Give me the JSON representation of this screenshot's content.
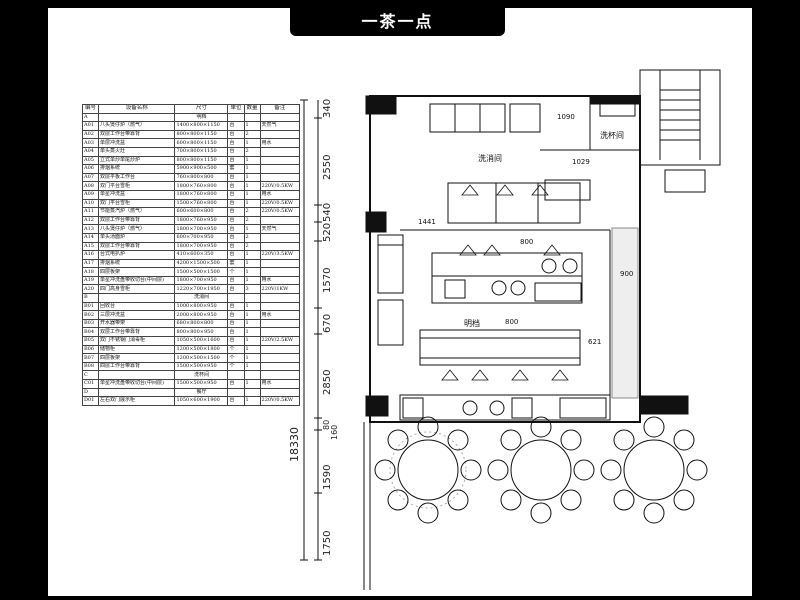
{
  "title": "一茶一点",
  "table": {
    "headers": [
      "编号",
      "设备名称",
      "尺寸",
      "单位",
      "数量",
      "备注"
    ],
    "rows": [
      [
        "A",
        "",
        "明档",
        "",
        "",
        ""
      ],
      [
        "A01",
        "八头煲仔炉（燃气）",
        "1400×800×1150",
        "台",
        "1",
        "天然气"
      ],
      [
        "A02",
        "双层工作台带靠背",
        "800×800×1150",
        "台",
        "2",
        ""
      ],
      [
        "A03",
        "单层冲洗盆",
        "600×800×1150",
        "台",
        "1",
        "用水"
      ],
      [
        "A04",
        "单头蒸火灶",
        "700×800×1150",
        "台",
        "2",
        ""
      ],
      [
        "A05",
        "立式单炒单尾炒炉",
        "800×800×1150",
        "台",
        "1",
        ""
      ],
      [
        "A06",
        "排烟系统",
        "5900×900×500",
        "套",
        "1",
        ""
      ],
      [
        "A07",
        "双层平板工作台",
        "760×800×800",
        "台",
        "1",
        ""
      ],
      [
        "A08",
        "双门平台雪柜",
        "1800×760×800",
        "台",
        "1",
        "220V/0.5KW"
      ],
      [
        "A09",
        "单星冲洗盆",
        "1800×760×800",
        "台",
        "1",
        "用水"
      ],
      [
        "A10",
        "双门平台雪柜",
        "1500×760×800",
        "台",
        "1",
        "220V/0.5KW"
      ],
      [
        "A11",
        "节能蒸汽炉（燃气）",
        "600×600×800",
        "台",
        "2",
        "220V/0.5KW"
      ],
      [
        "A12",
        "双层工作台带靠背",
        "1800×760×950",
        "台",
        "2",
        ""
      ],
      [
        "A13",
        "八头煲仔炉（燃气）",
        "1800×700×950",
        "台",
        "1",
        "天然气"
      ],
      [
        "A14",
        "单头汤面炉",
        "600×700×950",
        "台",
        "2",
        ""
      ],
      [
        "A15",
        "双层工作台带靠背",
        "1800×700×950",
        "台",
        "2",
        ""
      ],
      [
        "A16",
        "台式电扒炉",
        "410×600×350",
        "台",
        "1",
        "220V/3.5KW"
      ],
      [
        "A17",
        "排烟系统",
        "4200×1500×500",
        "套",
        "1",
        ""
      ],
      [
        "A18",
        "四层板架",
        "1500×500×1500",
        "个",
        "1",
        ""
      ],
      [
        "A19",
        "单星冲洗盘带收切台(中间层)",
        "1800×700×950",
        "台",
        "1",
        "用水"
      ],
      [
        "A20",
        "四门高身雪柜",
        "1220×700×1950",
        "台",
        "3",
        "220V/1KW"
      ],
      [
        "B",
        "",
        "洗消间",
        "",
        "",
        ""
      ],
      [
        "B01",
        "回收台",
        "1000×800×950",
        "台",
        "1",
        ""
      ],
      [
        "B02",
        "三层冲洗盆",
        "2000×800×950",
        "台",
        "1",
        "用水"
      ],
      [
        "B03",
        "开水器带架",
        "680×800×800",
        "台",
        "1",
        ""
      ],
      [
        "B04",
        "双层工作台带靠背",
        "800×800×950",
        "台",
        "1",
        ""
      ],
      [
        "B05",
        "双门不锈钢门消毒柜",
        "1050×500×1600",
        "台",
        "1",
        "220V/2.5KW"
      ],
      [
        "B06",
        "储物柜",
        "1200×500×1800",
        "个",
        "1",
        ""
      ],
      [
        "B07",
        "四层板架",
        "1200×500×1500",
        "个",
        "1",
        ""
      ],
      [
        "B08",
        "四层工作台带靠背",
        "1500×500×950",
        "个",
        "1",
        ""
      ],
      [
        "C",
        "",
        "洗杯间",
        "",
        "",
        ""
      ],
      [
        "C01",
        "单星冲洗盘带收切台(中间层)",
        "1500×500×950",
        "台",
        "1",
        "用水"
      ],
      [
        "D",
        "",
        "餐厅",
        "",
        "",
        ""
      ],
      [
        "D01",
        "左右双门展示柜",
        "1050×600×1900",
        "台",
        "1",
        "220V/0.5KW"
      ]
    ]
  },
  "dims": {
    "top": "340",
    "a": "2550",
    "b": "540",
    "c": "520",
    "d": "1570",
    "e": "670",
    "f": "2850",
    "g": "80",
    "h": "160",
    "i": "1590",
    "j": "1750",
    "total": "18330"
  },
  "labels": {
    "wash_room": "洗消间",
    "cup_room": "洗杯间",
    "open_kitchen": "明档",
    "l1090": "1090",
    "l1029": "1029",
    "l1441": "1441",
    "l800a": "800",
    "l800b": "800",
    "l900": "900",
    "l621": "621"
  }
}
